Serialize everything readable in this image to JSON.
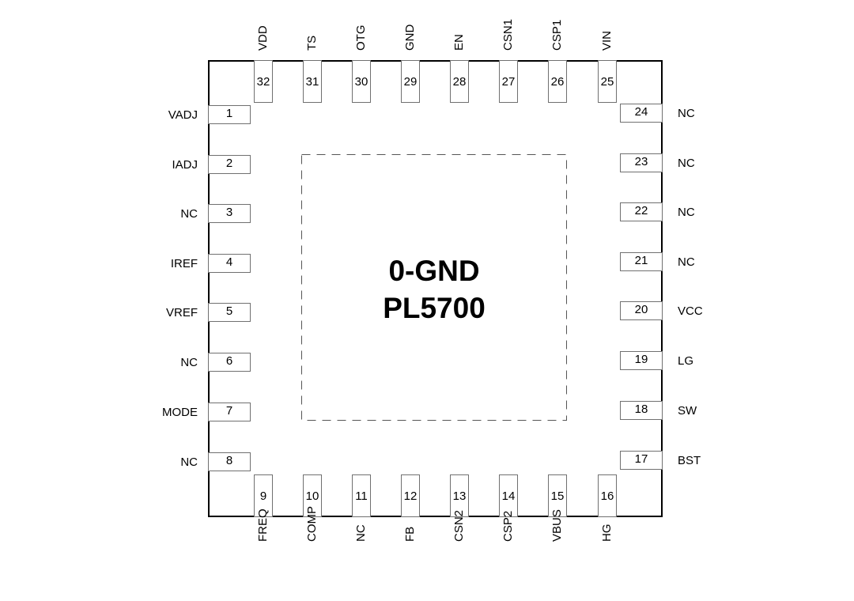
{
  "diagram": {
    "type": "QFN pinout",
    "center_label_line1": "0-GND",
    "center_label_line2": "PL5700",
    "exposed_pad_style": "dashed",
    "pins": {
      "left": [
        {
          "num": "1",
          "name": "VADJ"
        },
        {
          "num": "2",
          "name": "IADJ"
        },
        {
          "num": "3",
          "name": "NC"
        },
        {
          "num": "4",
          "name": "IREF"
        },
        {
          "num": "5",
          "name": "VREF"
        },
        {
          "num": "6",
          "name": "NC"
        },
        {
          "num": "7",
          "name": "MODE"
        },
        {
          "num": "8",
          "name": "NC"
        }
      ],
      "bottom": [
        {
          "num": "9",
          "name": "FREQ"
        },
        {
          "num": "10",
          "name": "COMP"
        },
        {
          "num": "11",
          "name": "NC"
        },
        {
          "num": "12",
          "name": "FB"
        },
        {
          "num": "13",
          "name": "CSN2"
        },
        {
          "num": "14",
          "name": "CSP2"
        },
        {
          "num": "15",
          "name": "VBUS"
        },
        {
          "num": "16",
          "name": "HG"
        }
      ],
      "right": [
        {
          "num": "17",
          "name": "BST"
        },
        {
          "num": "18",
          "name": "SW"
        },
        {
          "num": "19",
          "name": "LG"
        },
        {
          "num": "20",
          "name": "VCC"
        },
        {
          "num": "21",
          "name": "NC"
        },
        {
          "num": "22",
          "name": "NC"
        },
        {
          "num": "23",
          "name": "NC"
        },
        {
          "num": "24",
          "name": "NC"
        }
      ],
      "top": [
        {
          "num": "25",
          "name": "VIN"
        },
        {
          "num": "26",
          "name": "CSP1"
        },
        {
          "num": "27",
          "name": "CSN1"
        },
        {
          "num": "28",
          "name": "EN"
        },
        {
          "num": "29",
          "name": "GND"
        },
        {
          "num": "30",
          "name": "OTG"
        },
        {
          "num": "31",
          "name": "TS"
        },
        {
          "num": "32",
          "name": "VDD"
        }
      ]
    }
  }
}
